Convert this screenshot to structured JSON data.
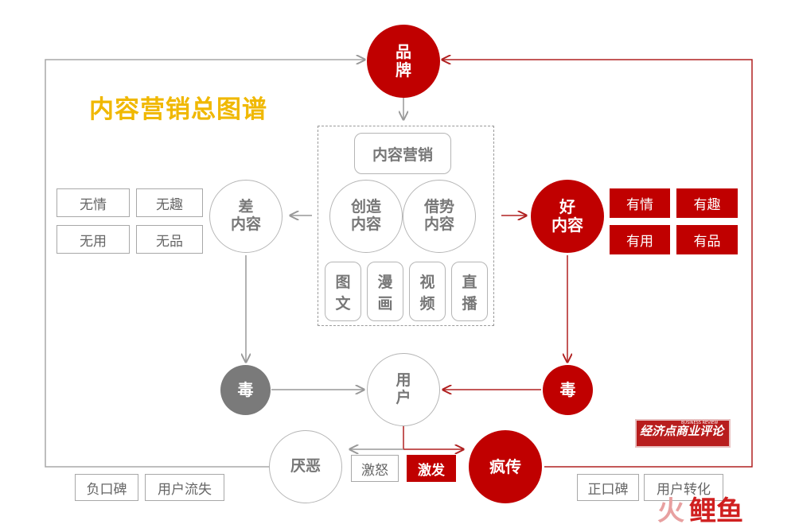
{
  "title": "内容营销总图谱",
  "nodes": {
    "brand": "品\n牌",
    "bad_content": "差\n内容",
    "good_content": "好\n内容",
    "create_content": "创造\n内容",
    "leverage_content": "借势\n内容",
    "user": "用\n户",
    "poison_gray": "毒",
    "poison_red": "毒",
    "disgust": "厌恶",
    "viral": "疯传"
  },
  "content_marketing_label": "内容营销",
  "formats": [
    "图\n文",
    "漫\n画",
    "视\n频",
    "直\n播"
  ],
  "bad_tags": [
    "无情",
    "无趣",
    "无用",
    "无品"
  ],
  "good_tags": [
    "有情",
    "有趣",
    "有用",
    "有品"
  ],
  "reactions": {
    "anger": "激怒",
    "trigger": "激发"
  },
  "bottom_left": [
    "负口碑",
    "用户流失"
  ],
  "bottom_right": [
    "正口碑",
    "用户转化"
  ],
  "logo": {
    "text": "经济点商业评论",
    "subtext": "BUSINESS REVIEW"
  },
  "watermark": {
    "part1": "火",
    "part2": "鲤鱼"
  },
  "colors": {
    "red": "#c00000",
    "gray": "#7a7a7a",
    "title": "#f0b800",
    "line_gray": "#a8a8a8",
    "line_red": "#b02020"
  }
}
